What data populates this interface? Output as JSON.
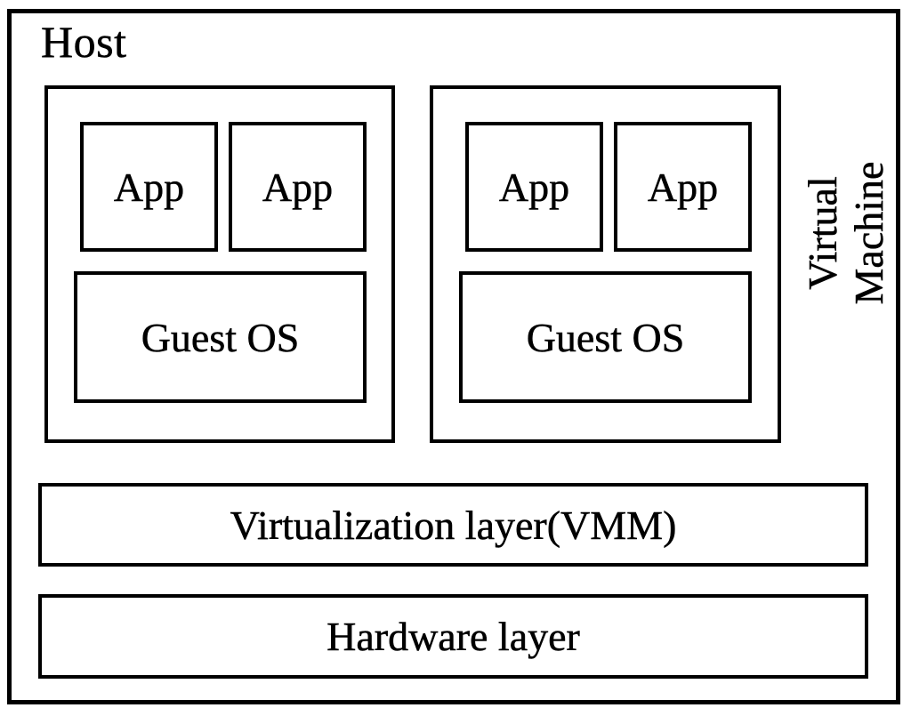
{
  "diagram": {
    "host_label": "Host",
    "vm_side_label": {
      "line1": "Virtual",
      "line2": "Machine"
    },
    "vms": [
      {
        "apps": [
          "App",
          "App"
        ],
        "guest_os": "Guest OS"
      },
      {
        "apps": [
          "App",
          "App"
        ],
        "guest_os": "Guest OS"
      }
    ],
    "layers": {
      "virtualization": "Virtualization layer(VMM)",
      "hardware": "Hardware layer"
    },
    "colors": {
      "border": "#000000",
      "background": "#ffffff",
      "text": "#000000"
    }
  }
}
